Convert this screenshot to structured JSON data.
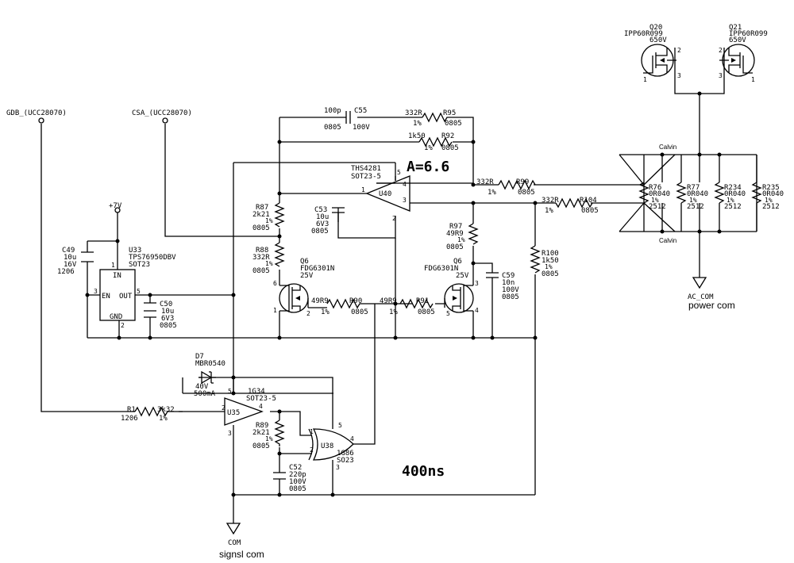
{
  "nets": {
    "gdb": "GDB_(UCC28070)",
    "csa": "CSA_(UCC28070)",
    "supply": "+7V",
    "com": "COM",
    "signal_com": "signsl com",
    "ac_com": "AC_COM",
    "power_com": "power com",
    "calvin_top": "Calvin",
    "calvin_bottom": "Calvin"
  },
  "annotations": {
    "gain": "A=6.6",
    "delay": "400ns"
  },
  "parts": {
    "q20": {
      "ref": "Q20",
      "part": "IPP60R099",
      "rating": "650V"
    },
    "q21": {
      "ref": "Q21",
      "part": "IPP60R099",
      "rating": "650V"
    },
    "c55": {
      "ref": "C55",
      "value": "100p",
      "size": "0805",
      "rating": "100V"
    },
    "r95": {
      "ref": "R95",
      "value": "332R",
      "tol": "1%",
      "size": "0805"
    },
    "r92": {
      "ref": "R92",
      "value": "1k50",
      "tol": "1%",
      "size": "0805"
    },
    "u40": {
      "ref": "U40",
      "part": "THS4281",
      "pkg": "SOT23-5"
    },
    "r99": {
      "ref": "R99",
      "value": "332R",
      "tol": "1%",
      "size": "0805"
    },
    "r104": {
      "ref": "R104",
      "value": "332R",
      "tol": "1%",
      "size": "0805"
    },
    "r76": {
      "ref": "R76",
      "value": "0R040",
      "tol": "1%",
      "size": "2512"
    },
    "r77": {
      "ref": "R77",
      "value": "0R040",
      "tol": "1%",
      "size": "2512"
    },
    "r234": {
      "ref": "R234",
      "value": "0R040",
      "tol": "1%",
      "size": "2512"
    },
    "r235": {
      "ref": "R235",
      "value": "0R040",
      "tol": "1%",
      "size": "2512"
    },
    "r87": {
      "ref": "R87",
      "value": "2k21",
      "tol": "1%",
      "size": "0805"
    },
    "c53": {
      "ref": "C53",
      "value": "10u",
      "rating": "6V3",
      "size": "0805"
    },
    "r88": {
      "ref": "R88",
      "value": "332R",
      "tol": "1%",
      "size": "0805"
    },
    "q6a": {
      "ref": "Q6",
      "part": "FDG6301N",
      "rating": "25V"
    },
    "q6b": {
      "ref": "Q6",
      "part": "FDG6301N",
      "rating": "25V"
    },
    "r97": {
      "ref": "R97",
      "value": "49R9",
      "tol": "1%",
      "size": "0805"
    },
    "r100": {
      "ref": "R100",
      "value": "1k50",
      "tol": "1%",
      "size": "0805"
    },
    "c59": {
      "ref": "C59",
      "value": "10n",
      "rating": "100V",
      "size": "0805"
    },
    "r90": {
      "ref": "R90",
      "value": "49R9",
      "tol": "1%",
      "size": "0805"
    },
    "r91": {
      "ref": "R91",
      "value": "49R9",
      "tol": "1%",
      "size": "0805"
    },
    "c49": {
      "ref": "C49",
      "value": "10u",
      "rating": "16V",
      "size": "1206"
    },
    "u33": {
      "ref": "U33",
      "part": "TPS76950DBV",
      "pkg": "SOT23",
      "pin_in": "IN",
      "pin_en": "EN",
      "pin_out": "OUT",
      "pin_gnd": "GND"
    },
    "c50": {
      "ref": "C50",
      "value": "10u",
      "rating": "6V3",
      "size": "0805"
    },
    "d7": {
      "ref": "D7",
      "part": "MBR0540",
      "rating_v": "40V",
      "rating_i": "500mA"
    },
    "u35": {
      "ref": "U35",
      "part": "1G34",
      "pkg": "SOT23-5"
    },
    "r1": {
      "ref": "R1",
      "value": "3k32",
      "tol": "1%",
      "size": "1206"
    },
    "r89": {
      "ref": "R89",
      "value": "2k21",
      "tol": "1%",
      "size": "0805"
    },
    "c52": {
      "ref": "C52",
      "value": "220p",
      "rating": "100V",
      "size": "0805"
    },
    "u38": {
      "ref": "U38",
      "part": "1G86",
      "pkg": "SO23"
    }
  },
  "pins": {
    "q20_g": "1",
    "q20_d": "2",
    "q20_s": "3",
    "q21_g": "1",
    "q21_d": "2",
    "q21_s": "3",
    "u40_5": "5",
    "u40_4": "4",
    "u40_1": "1",
    "u40_3": "3",
    "u40_2": "2",
    "q6a_6": "6",
    "q6a_2": "2",
    "q6a_1": "1",
    "q6b_3": "3",
    "q6b_5": "5",
    "q6b_4": "4",
    "u33_1": "1",
    "u33_3": "3",
    "u33_5": "5",
    "u33_2": "2",
    "u35_5": "5",
    "u35_4": "4",
    "u35_2": "2",
    "u35_3": "3",
    "u38_1": "1",
    "u38_2": "2",
    "u38_4": "4",
    "u38_5": "5",
    "u38_3": "3"
  }
}
